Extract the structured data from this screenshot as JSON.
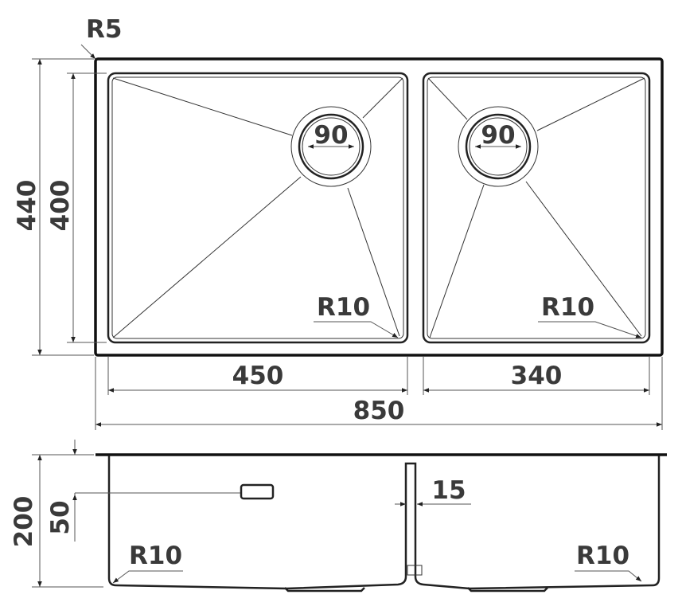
{
  "top_view": {
    "corner_radius_outer": "R5",
    "height_outer": "440",
    "height_inner": "400",
    "left_bowl_width": "450",
    "right_bowl_width": "340",
    "total_width": "850",
    "left_drain": "90",
    "right_drain": "90",
    "left_bowl_radius": "R10",
    "right_bowl_radius": "R10"
  },
  "side_view": {
    "depth": "200",
    "overflow_height": "50",
    "divider_width": "15",
    "left_radius": "R10",
    "right_radius": "R10"
  }
}
